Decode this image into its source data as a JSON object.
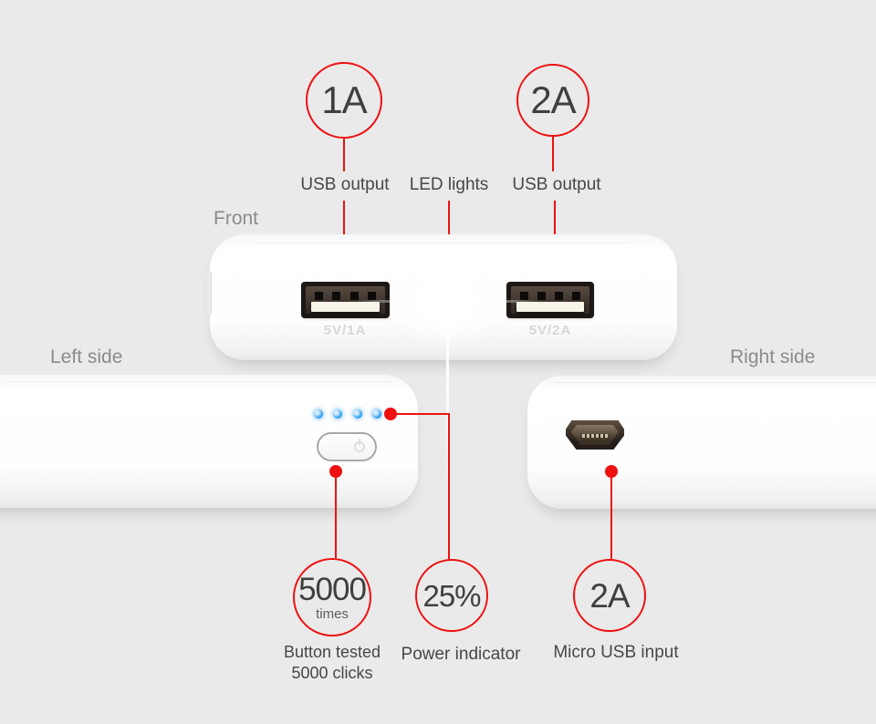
{
  "colors": {
    "background": "#eaeaea",
    "accent_red": "#ee1111",
    "value_text": "#3f3f3f",
    "label_text": "#474747",
    "view_label_text": "#8b8b8b",
    "led_blue": "#2b9ff0"
  },
  "front_view": {
    "view_label": "Front",
    "badges": {
      "left_port": "1A",
      "right_port": "2A"
    },
    "annotations": {
      "left_port": "USB output",
      "led": "LED lights",
      "right_port": "USB output"
    },
    "port_prints": {
      "left": "5V/1A",
      "right": "5V/2A"
    }
  },
  "left_view": {
    "view_label": "Left side",
    "button_badge": {
      "value": "5000",
      "unit": "times"
    },
    "button_caption": {
      "line1": "Button tested",
      "line2": "5000 clicks"
    },
    "indicator_badge": {
      "value": "25%"
    },
    "indicator_caption": "Power indicator"
  },
  "right_view": {
    "view_label": "Right side",
    "input_badge": {
      "value": "2A"
    },
    "input_caption": "Micro USB input"
  }
}
